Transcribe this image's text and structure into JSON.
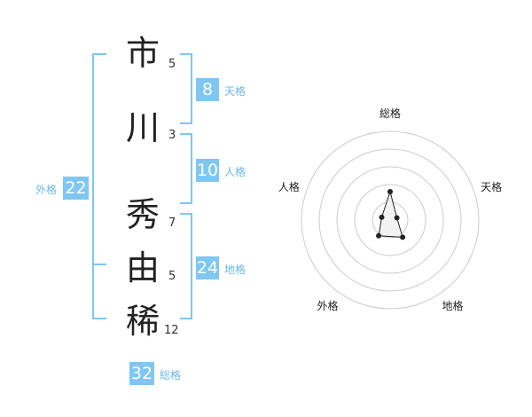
{
  "name_chars": [
    {
      "char": "市",
      "strokes": "5"
    },
    {
      "char": "川",
      "strokes": "3"
    },
    {
      "char": "秀",
      "strokes": "7"
    },
    {
      "char": "由",
      "strokes": "5"
    },
    {
      "char": "稀",
      "strokes": "12"
    }
  ],
  "fortunes": {
    "tenkaku": {
      "value": "8",
      "label": "天格"
    },
    "jinkaku": {
      "value": "10",
      "label": "人格"
    },
    "chikaku": {
      "value": "24",
      "label": "地格"
    },
    "gaikaku": {
      "value": "22",
      "label": "外格"
    },
    "soukaku": {
      "value": "32",
      "label": "総格"
    }
  },
  "chart_data": {
    "type": "radar",
    "axes": [
      "総格",
      "天格",
      "地格",
      "外格",
      "人格"
    ],
    "values": [
      32,
      8,
      24,
      22,
      10
    ],
    "max": 100,
    "rings": 5,
    "colors": {
      "fill": "#f2f2f2",
      "line": "#222222",
      "grid": "#cccccc",
      "accent": "#7fc7f2"
    }
  }
}
